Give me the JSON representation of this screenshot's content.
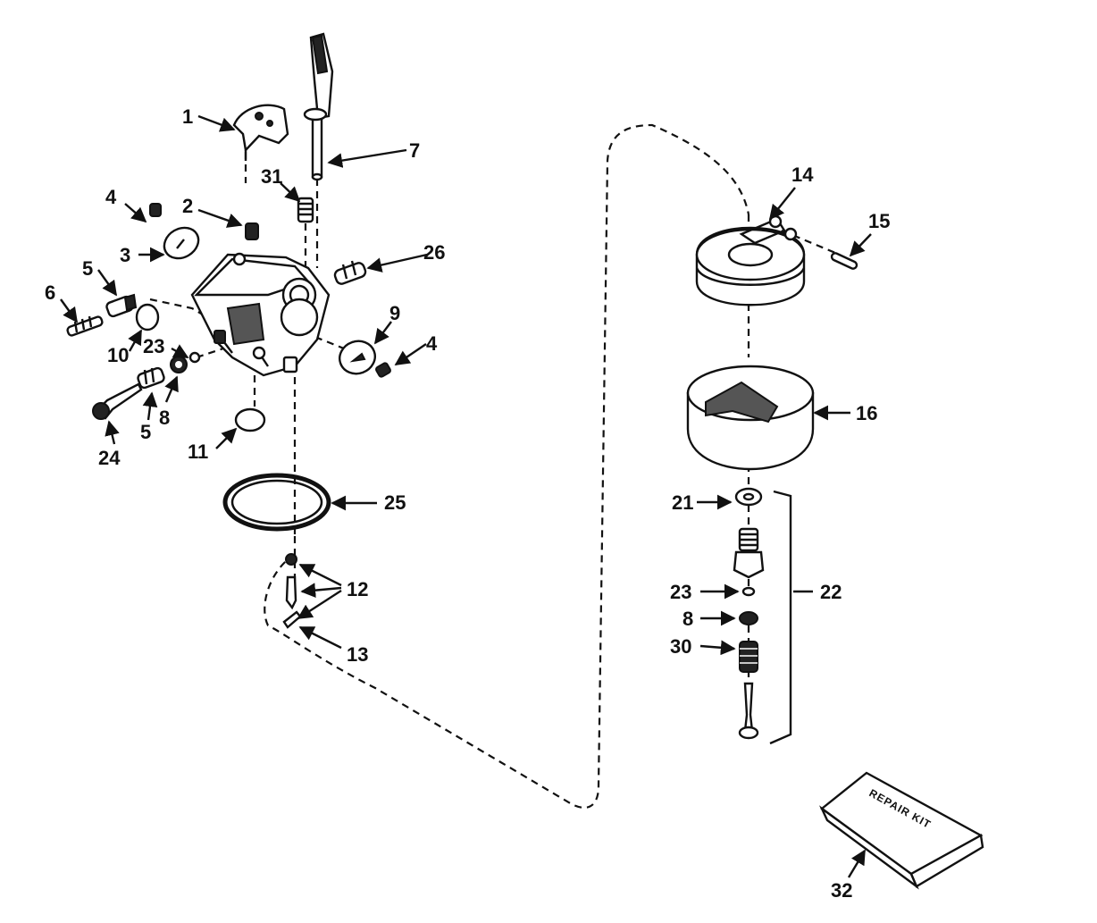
{
  "labels": {
    "p1": "1",
    "p2": "2",
    "p3": "3",
    "p4a": "4",
    "p4b": "4",
    "p5a": "5",
    "p5b": "5",
    "p6": "6",
    "p7": "7",
    "p8a": "8",
    "p8b": "8",
    "p9": "9",
    "p10": "10",
    "p11": "11",
    "p12": "12",
    "p13": "13",
    "p14": "14",
    "p15": "15",
    "p16": "16",
    "p21": "21",
    "p22": "22",
    "p23a": "23",
    "p23b": "23",
    "p24": "24",
    "p25": "25",
    "p26": "26",
    "p30": "30",
    "p31": "31",
    "p32": "32"
  },
  "repair_kit_text": "REPAIR KIT"
}
